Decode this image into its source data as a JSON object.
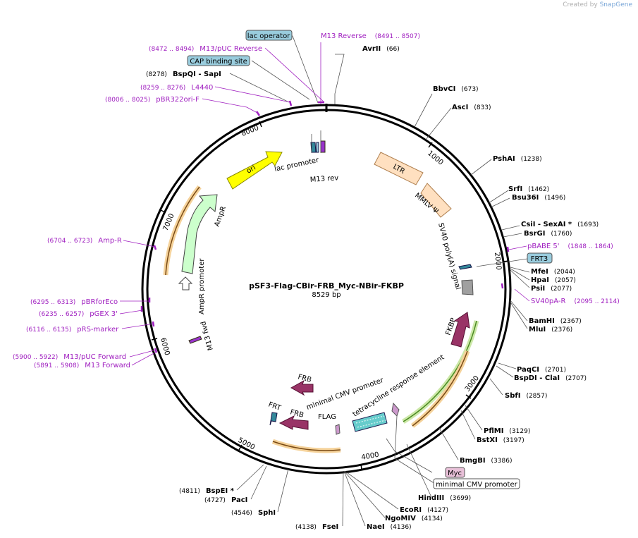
{
  "credit": {
    "prefix": "Created by",
    "brand": "SnapGene"
  },
  "plasmid": {
    "name": "pSF3-Flag-CBir-FRB_Myc-NBir-FKBP",
    "size_text": "8529 bp",
    "length": 8529
  },
  "ruler": [
    "1000",
    "2000",
    "3000",
    "4000",
    "5000",
    "6000",
    "7000",
    "8000"
  ],
  "features": [
    {
      "label": "ori",
      "color": "#ffff00"
    },
    {
      "label": "AmpR",
      "color": "#ccffcc"
    },
    {
      "label": "AmpR promoter",
      "color": "#ffffff"
    },
    {
      "label": "LTR",
      "color": "#ffe0c0"
    },
    {
      "label": "MMLV Ψ",
      "color": "#ffe0c0"
    },
    {
      "label": "SV40 poly(A) signal",
      "color": "#a0a0a0"
    },
    {
      "label": "FKBP",
      "color": "#993366"
    },
    {
      "label": "tetracycline response element",
      "color": "#66cccc"
    },
    {
      "label": "minimal CMV promoter",
      "color": "#ffffff"
    },
    {
      "label": "FLAG",
      "color": "#cc99cc"
    },
    {
      "label": "FRB",
      "color": "#993366"
    },
    {
      "label": "FRB",
      "color": "#993366"
    },
    {
      "label": "FRT",
      "color": "#33889a"
    },
    {
      "label": "lac promoter",
      "color": "#33889a"
    },
    {
      "label": "M13 rev",
      "color": "#9933cc"
    },
    {
      "label": "M13 fwd",
      "color": "#9933cc"
    }
  ],
  "boxed": [
    {
      "label": "lac operator",
      "fill": "#99ccdd"
    },
    {
      "label": "CAP binding site",
      "fill": "#99ccdd"
    },
    {
      "label": "FRT3",
      "fill": "#99ccdd"
    },
    {
      "label": "Myc",
      "fill": "#e8c0d8"
    },
    {
      "label": "minimal CMV promoter",
      "fill": "#ffffff"
    }
  ],
  "sites": [
    {
      "name": "AvrII",
      "pos": "(66)"
    },
    {
      "name": "BbvCI",
      "pos": "(673)"
    },
    {
      "name": "AscI",
      "pos": "(833)"
    },
    {
      "name": "PshAI",
      "pos": "(1238)"
    },
    {
      "name": "SrfI",
      "pos": "(1462)"
    },
    {
      "name": "Bsu36I",
      "pos": "(1496)"
    },
    {
      "name": "CsiI - SexAI *",
      "pos": "(1693)"
    },
    {
      "name": "BsrGI",
      "pos": "(1760)"
    },
    {
      "name": "MfeI",
      "pos": "(2044)"
    },
    {
      "name": "HpaI",
      "pos": "(2057)"
    },
    {
      "name": "PsiI",
      "pos": "(2077)"
    },
    {
      "name": "BamHI",
      "pos": "(2367)"
    },
    {
      "name": "MluI",
      "pos": "(2376)"
    },
    {
      "name": "PaqCI",
      "pos": "(2701)"
    },
    {
      "name": "BspDI - ClaI",
      "pos": "(2707)"
    },
    {
      "name": "SbfI",
      "pos": "(2857)"
    },
    {
      "name": "PflMI",
      "pos": "(3129)"
    },
    {
      "name": "BstXI",
      "pos": "(3197)"
    },
    {
      "name": "BmgBI",
      "pos": "(3386)"
    },
    {
      "name": "HindIII",
      "pos": "(3699)"
    },
    {
      "name": "EcoRI",
      "pos": "(4127)"
    },
    {
      "name": "NgoMIV",
      "pos": "(4134)"
    },
    {
      "name": "NaeI",
      "pos": "(4136)"
    },
    {
      "name": "FseI",
      "pos": "(4138)"
    },
    {
      "name": "SphI",
      "pos": "(4546)"
    },
    {
      "name": "PacI",
      "pos": "(4727)"
    },
    {
      "name": "BspEI *",
      "pos": "(4811)"
    },
    {
      "name": "BspQI - SapI",
      "pos": "(8278)"
    }
  ],
  "primers": [
    {
      "name": "M13 Reverse",
      "range": "(8491 .. 8507)"
    },
    {
      "name": "M13/pUC Reverse",
      "range": "(8472 .. 8494)"
    },
    {
      "name": "L4440",
      "range": "(8259 .. 8276)"
    },
    {
      "name": "pBR322ori-F",
      "range": "(8006 .. 8025)"
    },
    {
      "name": "pBABE 5'",
      "range": "(1848 .. 1864)"
    },
    {
      "name": "SV40pA-R",
      "range": "(2095 .. 2114)"
    },
    {
      "name": "Amp-R",
      "range": "(6704 .. 6723)"
    },
    {
      "name": "pBRforEco",
      "range": "(6295 .. 6313)"
    },
    {
      "name": "pGEX 3'",
      "range": "(6235 .. 6257)"
    },
    {
      "name": "pRS-marker",
      "range": "(6116 .. 6135)"
    },
    {
      "name": "M13/pUC Forward",
      "range": "(5900 .. 5922)"
    },
    {
      "name": "M13 Forward",
      "range": "(5891 .. 5908)"
    }
  ],
  "colors": {
    "primer": "#a020c0",
    "backbone": "#000000",
    "orf": "#e89a30",
    "orf_green": "#66aa33"
  }
}
